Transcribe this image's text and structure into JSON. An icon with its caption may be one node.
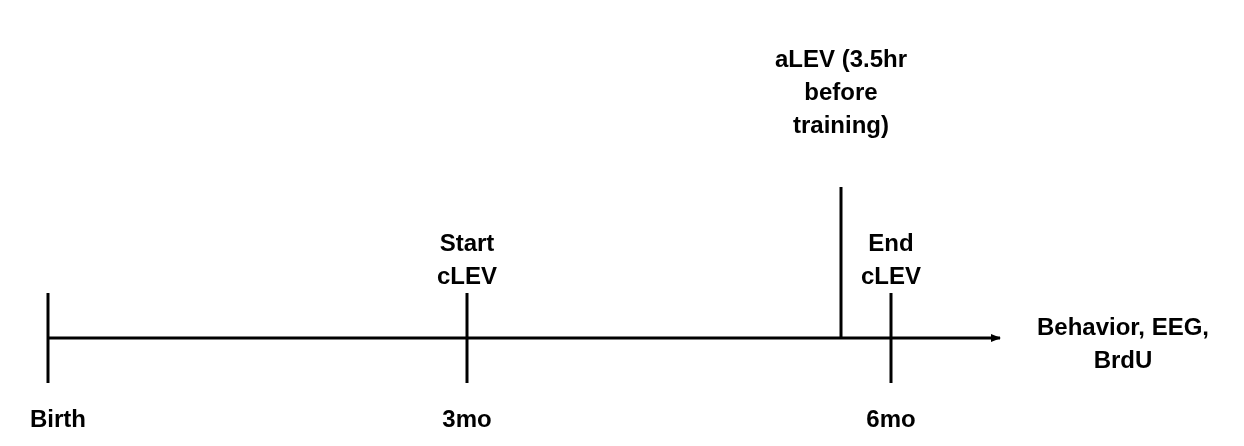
{
  "diagram": {
    "labels": [
      "aLEV (3.5hr before training)",
      "Start cLEV",
      "End cLEV",
      "Behavior, EEG, BrdU",
      "Birth",
      "3mo",
      "6mo"
    ]
  }
}
